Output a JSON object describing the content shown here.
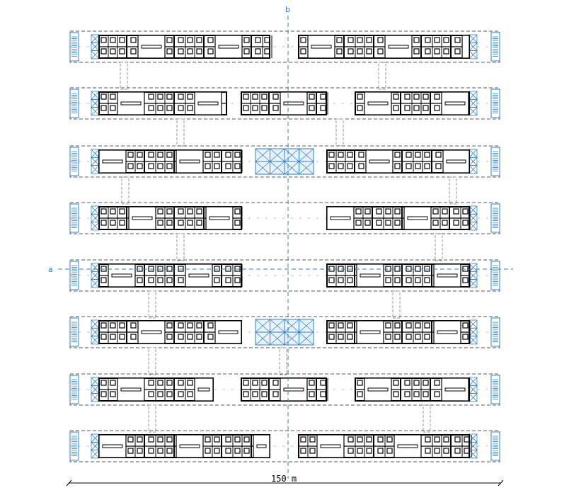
{
  "axes": {
    "horizontal": "a",
    "vertical": "b"
  },
  "dimension": {
    "label": "150 m"
  },
  "colors": {
    "axis": "#2a7fd4",
    "wall": "#000000",
    "dashed": "#777777",
    "circulation": "#2a7fd4"
  }
}
